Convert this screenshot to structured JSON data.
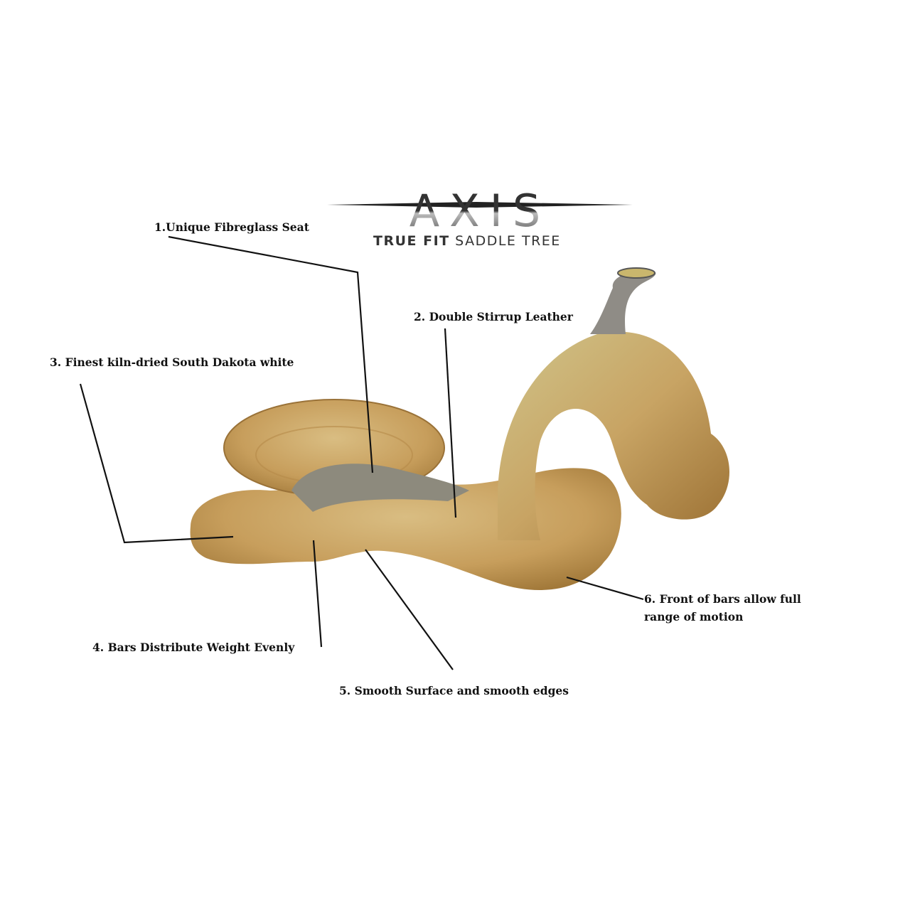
{
  "logo": {
    "wordmark": "AXIS",
    "tagline_bold": "TRUE FIT",
    "tagline": "SADDLE TREE"
  },
  "callouts": [
    {
      "text": "1.Unique Fibreglass Seat"
    },
    {
      "text": "2. Double Stirrup Leather"
    },
    {
      "text": "3. Finest kiln-dried South Dakota white"
    },
    {
      "text": "4. Bars Distribute Weight Evenly"
    },
    {
      "text": "5. Smooth Surface and smooth edges"
    },
    {
      "text": "6. Front of bars allow full",
      "text2": "range of motion"
    }
  ],
  "colors": {
    "wood": "#c9a56a",
    "wood_dark": "#a57d3e",
    "seat": "#8a8a80",
    "line": "#111111"
  }
}
